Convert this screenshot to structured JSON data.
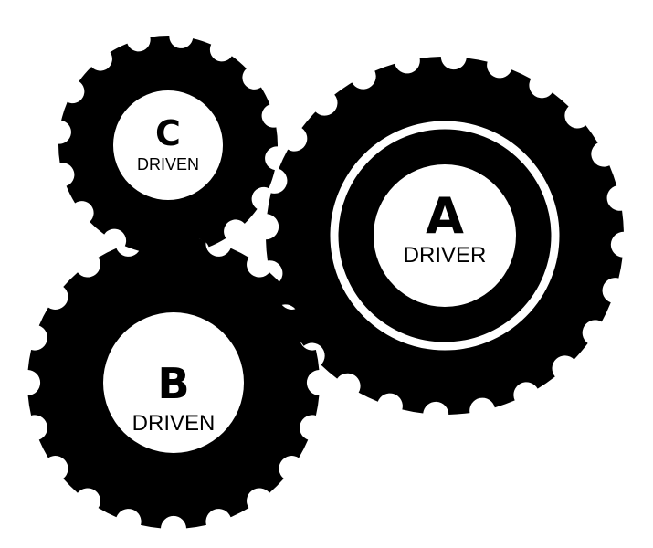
{
  "colors": {
    "gear_fill": "#000000",
    "hub_fill": "#ffffff",
    "background": "#ffffff"
  },
  "gears": {
    "a": {
      "letter": "A",
      "role": "DRIVER"
    },
    "b": {
      "letter": "B",
      "role": "DRIVEN"
    },
    "c": {
      "letter": "C",
      "role": "DRIVEN"
    }
  }
}
